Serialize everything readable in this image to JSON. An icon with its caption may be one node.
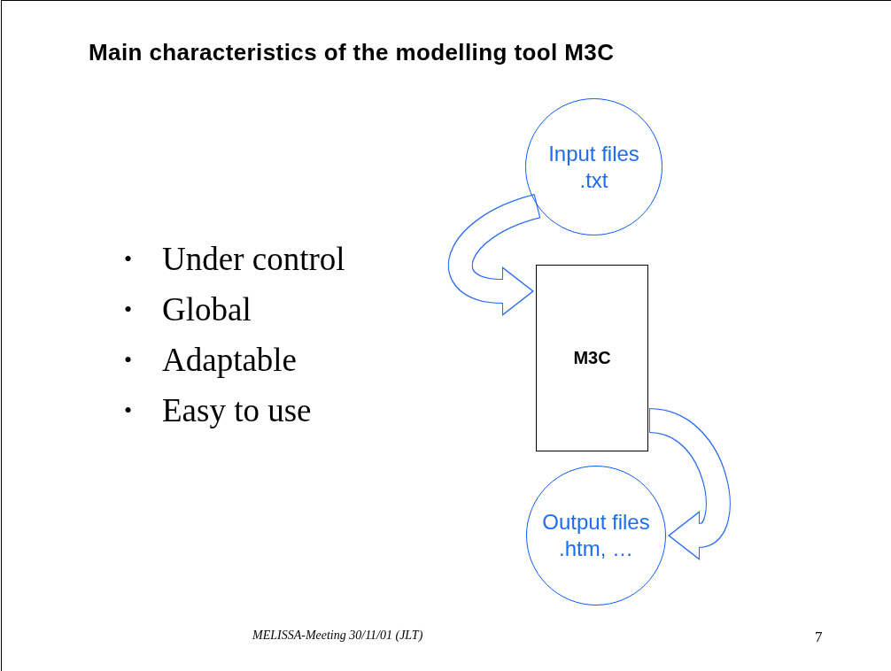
{
  "diagram": {
    "title": "Main characteristics of the modelling tool M3C",
    "nodes": [
      {
        "text": [
          "Input files .txt"
        ]
      },
      {
        "text": [
          "M3C"
        ]
      },
      {
        "text": [
          "Output files .htm, …"
        ]
      }
    ],
    "edges": [
      {
        "from": 0,
        "to": 1,
        "arrow": "to"
      },
      {
        "from": 1,
        "to": 2,
        "arrow": "to"
      }
    ],
    "labels": [
      "•",
      "Under control",
      "•",
      "Global",
      "•",
      "Adaptable",
      "•",
      "Easy to use",
      "MELISSA-Meeting 30/11/01 (JLT)",
      "7"
    ]
  }
}
